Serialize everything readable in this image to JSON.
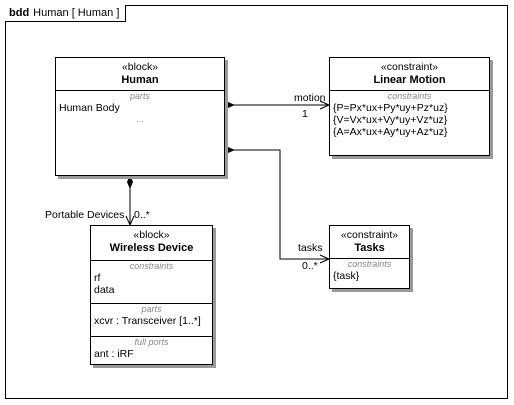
{
  "frame": {
    "kind": "bdd",
    "title": "Human [ Human ]"
  },
  "blocks": {
    "human": {
      "stereotype": "«block»",
      "name": "Human",
      "compartments": [
        {
          "label": "parts",
          "items": [
            "Human Body"
          ],
          "ellipsis": "..."
        }
      ]
    },
    "linear_motion": {
      "stereotype": "«constraint»",
      "name": "Linear Motion",
      "compartments": [
        {
          "label": "constraints",
          "items": [
            "{P=Px*ux+Py*uy+Pz*uz}",
            "{V=Vx*ux+Vy*uy+Vz*uz}",
            "{A=Ax*ux+Ay*uy+Az*uz}"
          ]
        }
      ]
    },
    "wireless_device": {
      "stereotype": "«block»",
      "name": "Wireless Device",
      "compartments": [
        {
          "label": "constraints",
          "items": [
            "rf",
            "data"
          ]
        },
        {
          "label": "parts",
          "items": [
            "xcvr : Transceiver [1..*]"
          ]
        },
        {
          "label": "full ports",
          "items": [
            "ant : iRF"
          ]
        }
      ]
    },
    "tasks": {
      "stereotype": "«constraint»",
      "name": "Tasks",
      "compartments": [
        {
          "label": "constraints",
          "items": [
            "{task}"
          ]
        }
      ]
    }
  },
  "associations": {
    "motion": {
      "role": "motion",
      "multiplicity": "1"
    },
    "portable": {
      "role": "Portable Devices",
      "multiplicity": "0..*"
    },
    "tasks": {
      "role": "tasks",
      "multiplicity": "0..*"
    }
  }
}
